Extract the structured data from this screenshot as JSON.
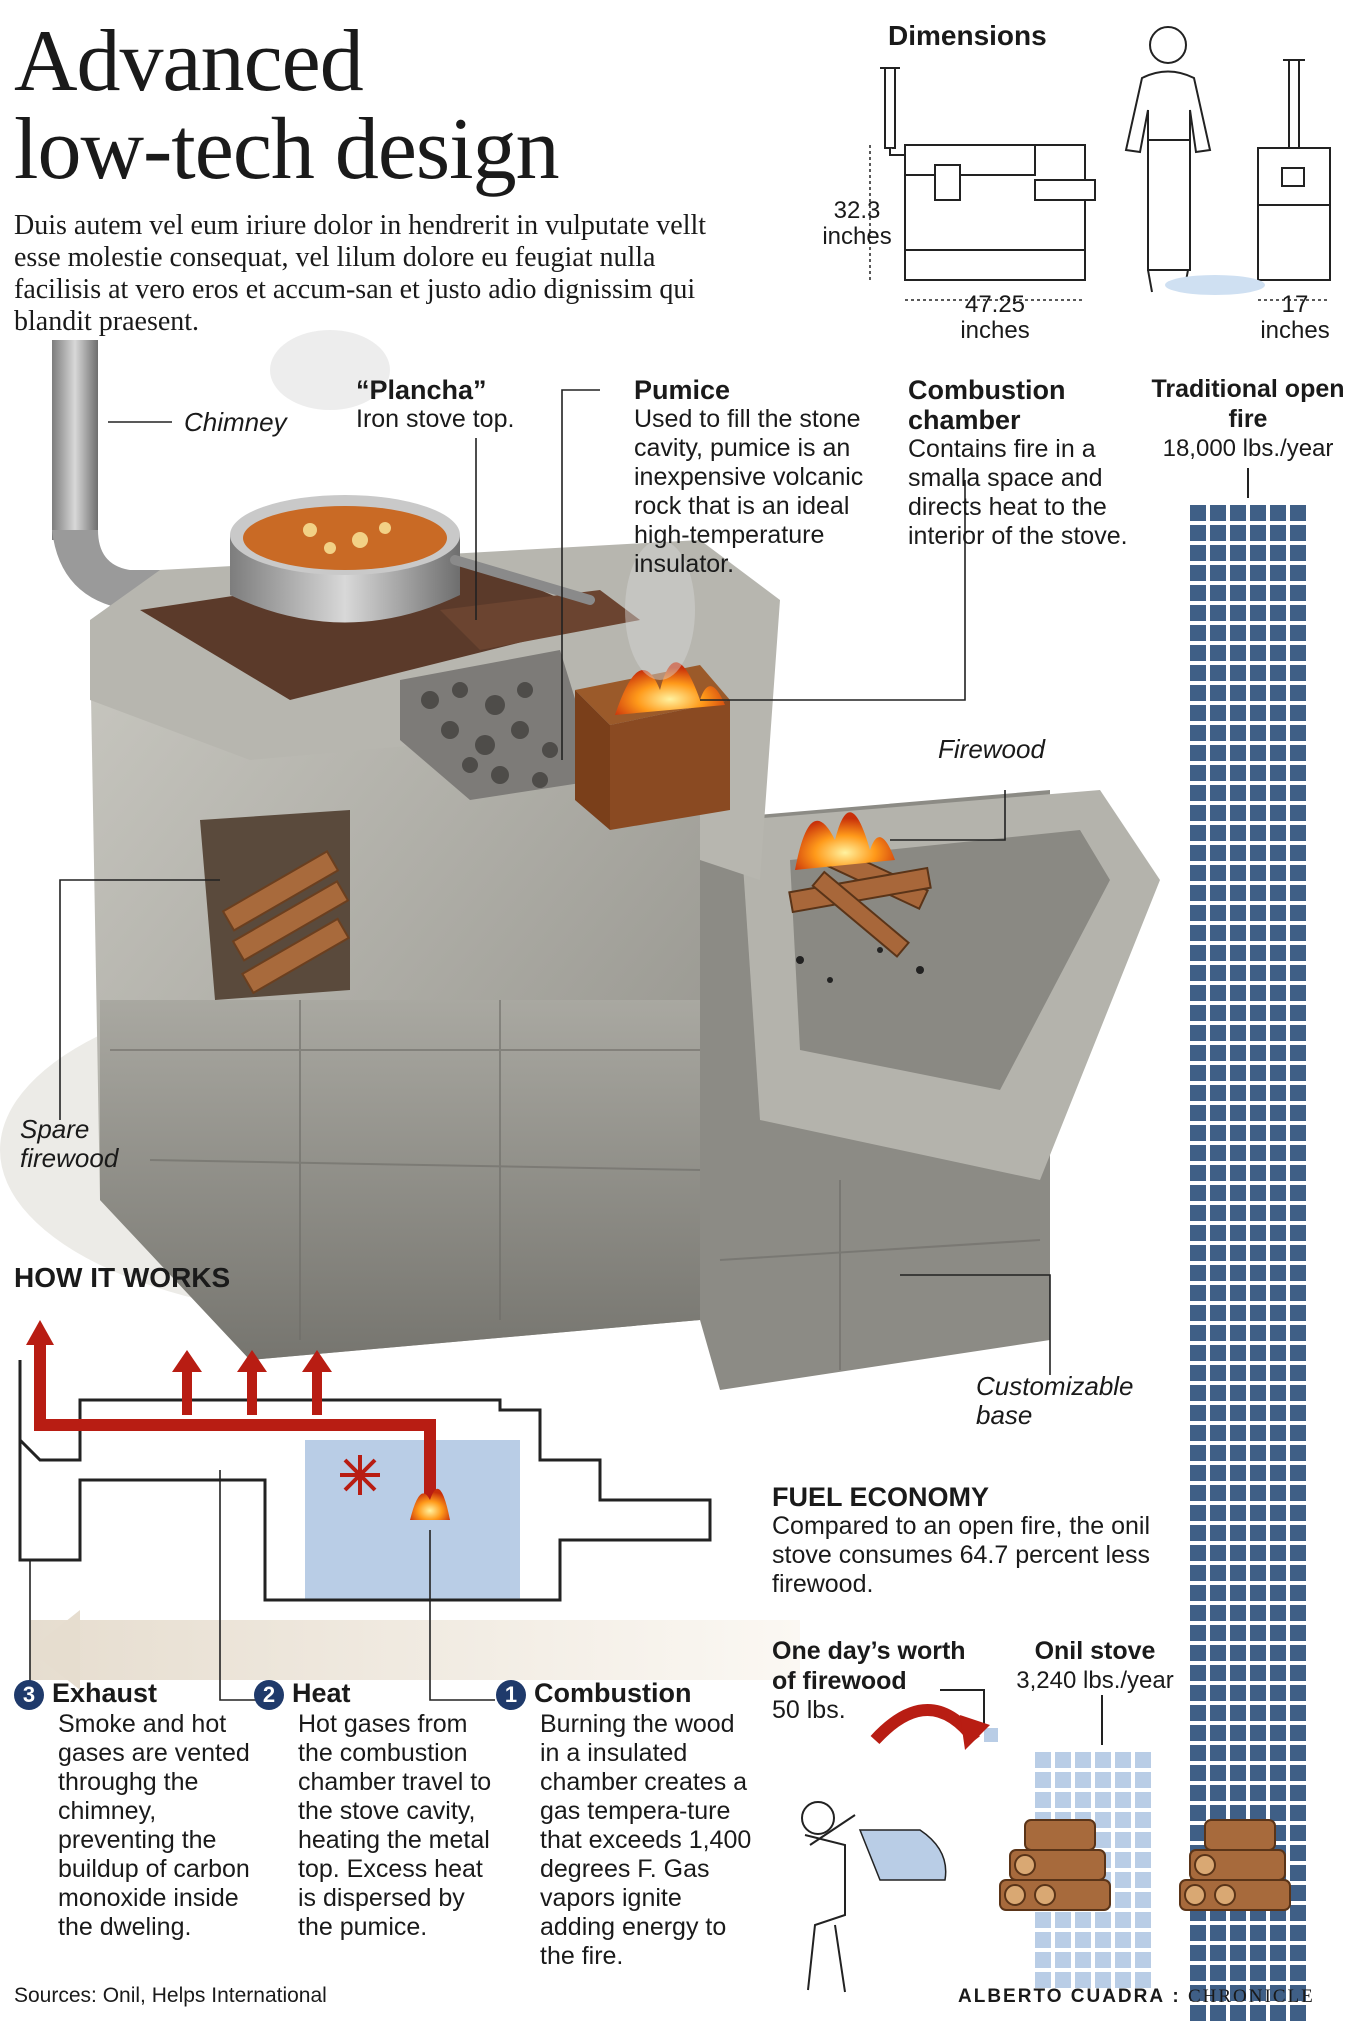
{
  "title_line1": "Advanced",
  "title_line2": "low-tech design",
  "intro": "Duis autem vel eum iriure dolor in hendrerit in vulputate vellt esse molestie consequat, vel lilum dolore eu feugiat nulla facilisis at vero eros et accum-san et justo adio dignissim qui blandit praesent.",
  "dimensions": {
    "title": "Dimensions",
    "height_value": "32.3",
    "height_unit": "inches",
    "length_value": "47.25",
    "length_unit": "inches",
    "width_value": "17",
    "width_unit": "inches"
  },
  "callouts": {
    "chimney": "Chimney",
    "plancha_title": "“Plancha”",
    "plancha_body": "Iron stove top.",
    "pumice_title": "Pumice",
    "pumice_body": "Used to fill the stone cavity, pumice is an inexpensive volcanic rock that is an ideal high-temperature insulator.",
    "combustion_title": "Combustion chamber",
    "combustion_body": "Contains fire in a smalla space and directs heat to the interior of the stove.",
    "firewood": "Firewood",
    "spare_firewood": "Spare firewood",
    "customizable_base": "Customizable base"
  },
  "traditional": {
    "title": "Traditional open fire",
    "value": "18,000 lbs./year"
  },
  "how_it_works": {
    "title": "HOW IT WORKS",
    "steps": [
      {
        "num": "3",
        "title": "Exhaust",
        "body": "Smoke and hot gases are vented throughg the chimney, preventing the buildup of carbon monoxide inside the dweling."
      },
      {
        "num": "2",
        "title": "Heat",
        "body": "Hot gases from the combustion chamber travel to the stove cavity, heating the metal top. Excess heat is dispersed by the pumice."
      },
      {
        "num": "1",
        "title": "Combustion",
        "body": "Burning the wood in a insulated chamber creates a gas tempera-ture that exceeds 1,400 degrees F. Gas vapors ignite adding energy to the fire."
      }
    ]
  },
  "fuel_economy": {
    "title": "FUEL ECONOMY",
    "body": "Compared to an open fire, the onil stove consumes 64.7 percent less firewood.",
    "day_title": "One day’s worth of firewood",
    "day_value": "50 lbs.",
    "onil_title": "Onil stove",
    "onil_value": "3,240 lbs./year"
  },
  "sources": "Sources: Onil, Helps International",
  "credit_name": "ALBERTO CUADRA",
  "credit_sep": ":",
  "credit_org": "CHRONICLE",
  "colors": {
    "square": "#3f5f86",
    "square_light": "#b9cde6",
    "red": "#b81d13",
    "navy": "#1f3a6b",
    "concrete": "#9d9d96"
  }
}
